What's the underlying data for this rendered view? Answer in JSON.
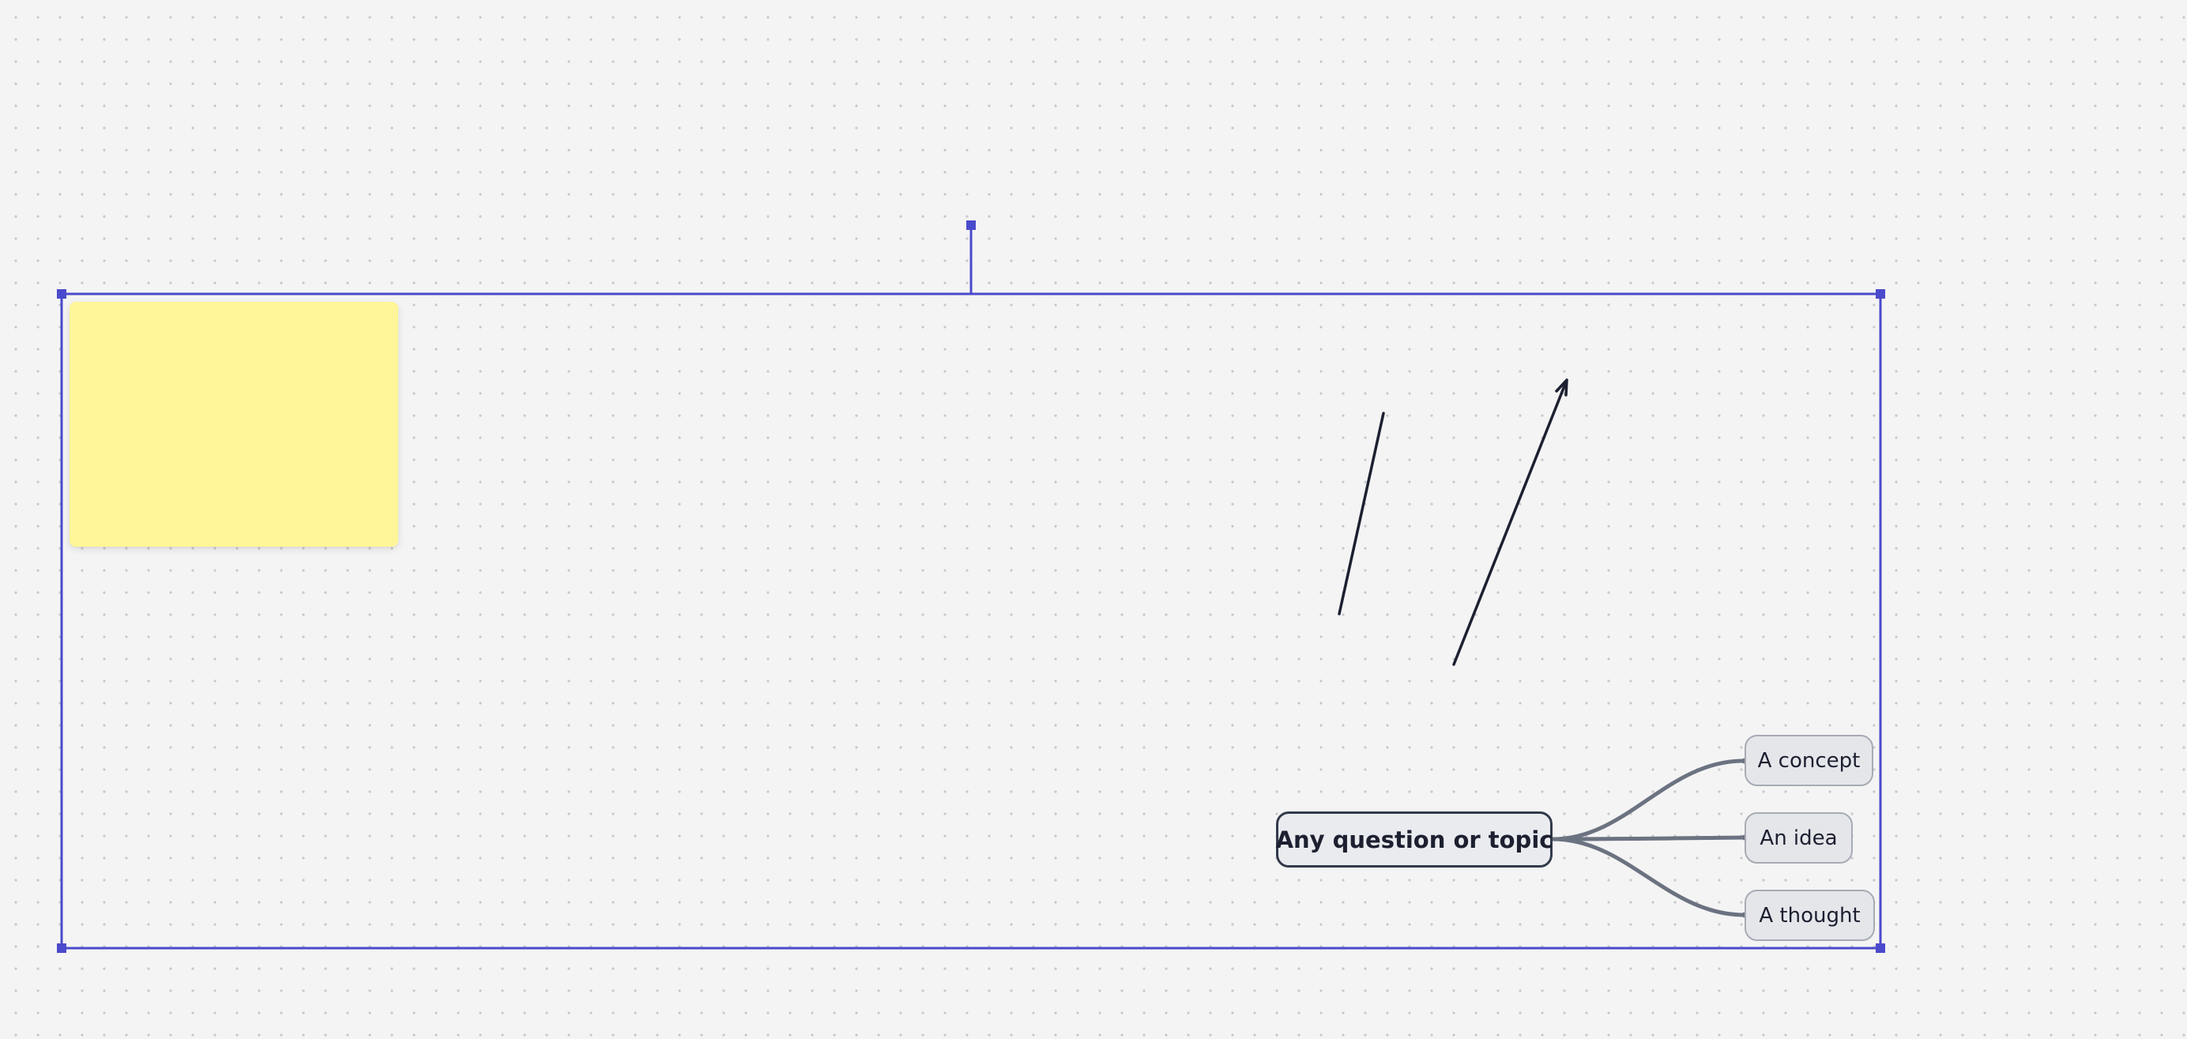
{
  "board": {
    "background_color": "#f4f4f4",
    "dot_color": "#c9c9cc"
  },
  "sticky_note": {
    "text": "",
    "color": "#fef698"
  },
  "mind_map": {
    "root": {
      "label": "Any question or topic"
    },
    "children": [
      {
        "label": "A concept"
      },
      {
        "label": "An idea"
      },
      {
        "label": "A thought"
      }
    ],
    "connector_color": "#6b7280"
  },
  "drawing": {
    "line_color": "#1c2030",
    "shapes": [
      "straight-line",
      "arrow"
    ]
  },
  "selection": {
    "color": "#4a4acc",
    "handles": [
      "top-left-handle",
      "top-right-handle",
      "bottom-left-handle",
      "bottom-right-handle",
      "rotate-handle"
    ]
  }
}
